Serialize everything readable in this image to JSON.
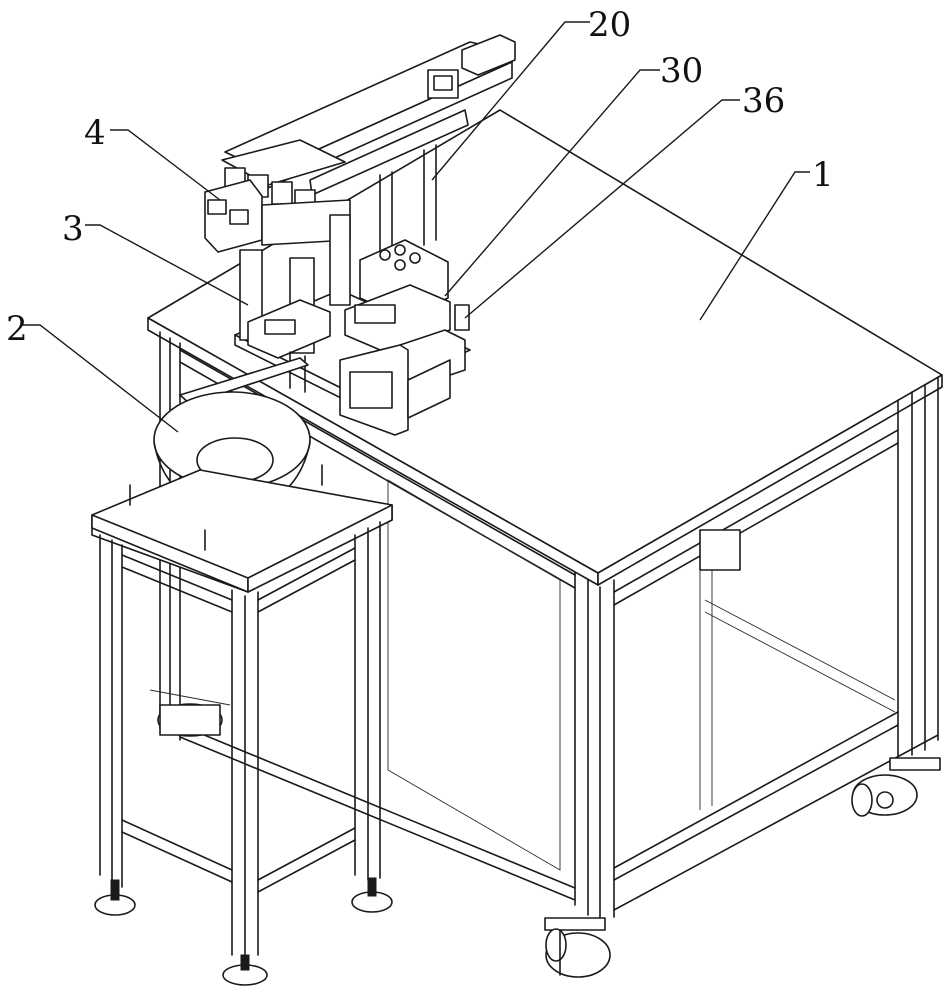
{
  "labels": [
    {
      "id": "part-20",
      "text": "20"
    },
    {
      "id": "part-30",
      "text": "30"
    },
    {
      "id": "part-36",
      "text": "36"
    },
    {
      "id": "part-1",
      "text": "1"
    },
    {
      "id": "part-4",
      "text": "4"
    },
    {
      "id": "part-3",
      "text": "3"
    },
    {
      "id": "part-2",
      "text": "2"
    }
  ],
  "colors": {
    "line": "#1a1a1a",
    "background": "#ffffff"
  }
}
